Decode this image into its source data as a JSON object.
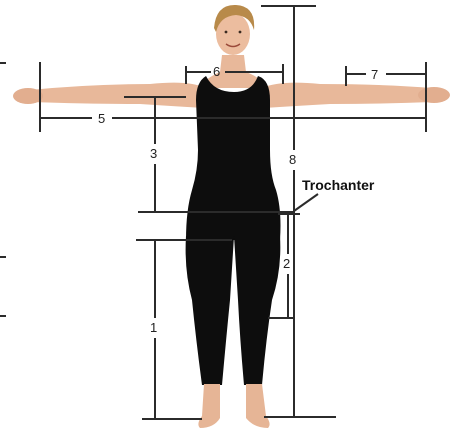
{
  "diagram": {
    "labels": {
      "m1": "1",
      "m2": "2",
      "m3": "3",
      "m5": "5",
      "m6": "6",
      "m7": "7",
      "m8": "8",
      "trochanter": "Trochanter"
    },
    "colors": {
      "line": "#2b2b2b",
      "suit": "#0d0d0d",
      "skin": "#e8b89a",
      "skin_shadow": "#c9906f",
      "hair": "#b88a4a",
      "background": "#ffffff"
    }
  }
}
